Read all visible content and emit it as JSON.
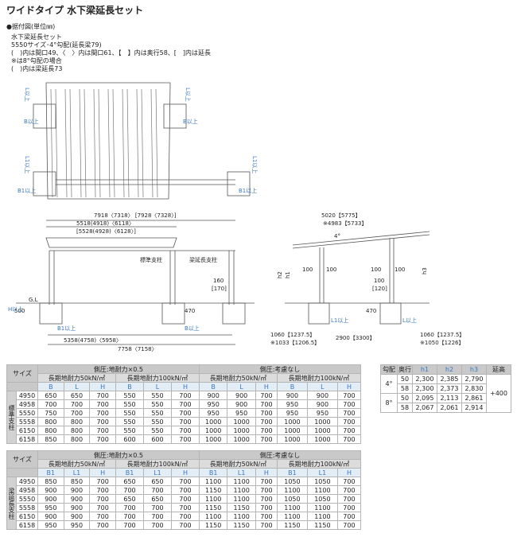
{
  "title": "ワイドタイプ 水下梁延長セット",
  "section": "●据付図(単位㎜)",
  "notes": [
    "水下梁延長セット",
    "5550サイズ･4°勾配(延長梁79)",
    "(　)内は間口49、〈　〉内は間口61、【　】内は奥行58、[　]内は延長",
    "※は8°勾配の場合",
    "(　)内は梁延長73"
  ],
  "plan_labels": {
    "b_above_1": "B以上",
    "b_above_2": "B以上",
    "l_above_1": "L以上",
    "l_above_2": "L以上",
    "l1_above_1": "L1以上",
    "l1_above_2": "L1以上",
    "b1_above_1": "B1以上",
    "b1_above_2": "B1以上"
  },
  "front_labels": {
    "dim_top": "7918〈7318〉 [7928〈7328〉]",
    "dim_mid1": "5518(4918)〈6118〉",
    "dim_mid2": "[5528(4928)〈6128〉]",
    "std_post": "標準支柱",
    "ext_post": "梁延長支柱",
    "d160": "160",
    "d170": "[170]",
    "d470": "470",
    "d500": "500",
    "gl": "G.L",
    "h_above": "H以上",
    "b1_above": "B1以上",
    "b_above": "B以上",
    "d5358": "5358(4758)〈5958〉",
    "d7758": "7758〈7158〉"
  },
  "side_labels": {
    "d5020": "5020【5775】",
    "d4983": "※4983【5733】",
    "deg": "4°",
    "h2": "h2",
    "h1": "h1",
    "h3": "h3",
    "d100a": "100",
    "d100b": "100",
    "d100c": "100",
    "d100d": "100",
    "d100e": "100",
    "d120": "[120]",
    "d470": "470",
    "l1_above": "L1以上",
    "l_above": "L以上",
    "d1060a": "1060【1237.5】",
    "d1033": "※1033【1206.5】",
    "d2900": "2900【3300】",
    "d1060b": "1060【1237.5】",
    "d1050": "※1050【1226】"
  },
  "grade_table": {
    "headers": [
      "勾配",
      "奥行",
      "h1",
      "h2",
      "h3",
      "延高"
    ],
    "rows": [
      [
        "4°",
        "50",
        "2,300",
        "2,385",
        "2,790",
        "+400"
      ],
      [
        "",
        "58",
        "2,300",
        "2,373",
        "2,830",
        ""
      ],
      [
        "8°",
        "50",
        "2,095",
        "2,113",
        "2,861",
        ""
      ],
      [
        "",
        "58",
        "2,067",
        "2,061",
        "2,914",
        ""
      ]
    ]
  },
  "table1": {
    "size_label": "サイズ",
    "side_label": "標準支柱",
    "group1": "側圧:地耐力×0.5",
    "group2": "側圧:考慮なし",
    "sub1": "長期地耐力50kN/㎡",
    "sub2": "長期地耐力100kN/㎡",
    "cols": [
      "B",
      "L",
      "H",
      "B",
      "L",
      "H",
      "B",
      "L",
      "H",
      "B",
      "L",
      "H"
    ],
    "rows": [
      [
        "4950",
        "650",
        "650",
        "700",
        "550",
        "550",
        "700",
        "900",
        "900",
        "700",
        "900",
        "900",
        "700"
      ],
      [
        "4958",
        "700",
        "700",
        "700",
        "550",
        "550",
        "700",
        "950",
        "900",
        "700",
        "950",
        "900",
        "700"
      ],
      [
        "5550",
        "750",
        "700",
        "700",
        "550",
        "550",
        "700",
        "950",
        "950",
        "700",
        "950",
        "950",
        "700"
      ],
      [
        "5558",
        "800",
        "800",
        "700",
        "550",
        "550",
        "700",
        "1000",
        "1000",
        "700",
        "1000",
        "1000",
        "700"
      ],
      [
        "6150",
        "800",
        "800",
        "700",
        "550",
        "550",
        "700",
        "1000",
        "1000",
        "700",
        "1000",
        "1000",
        "700"
      ],
      [
        "6158",
        "850",
        "800",
        "700",
        "600",
        "600",
        "700",
        "1000",
        "1000",
        "700",
        "1000",
        "1000",
        "700"
      ]
    ]
  },
  "table2": {
    "size_label": "サイズ",
    "side_label": "梁延長支柱",
    "group1": "側圧:地耐力×0.5",
    "group2": "側圧:考慮なし",
    "sub1": "長期地耐力50kN/㎡",
    "sub2": "長期地耐力100kN/㎡",
    "cols": [
      "B1",
      "L1",
      "H",
      "B1",
      "L1",
      "H",
      "B1",
      "L1",
      "H",
      "B1",
      "L1",
      "H"
    ],
    "rows": [
      [
        "4950",
        "850",
        "850",
        "700",
        "650",
        "650",
        "700",
        "1100",
        "1100",
        "700",
        "1050",
        "1050",
        "700"
      ],
      [
        "4958",
        "900",
        "900",
        "700",
        "700",
        "700",
        "700",
        "1150",
        "1100",
        "700",
        "1100",
        "1100",
        "700"
      ],
      [
        "5550",
        "900",
        "900",
        "700",
        "650",
        "650",
        "700",
        "1100",
        "1100",
        "700",
        "1050",
        "1050",
        "700"
      ],
      [
        "5558",
        "950",
        "900",
        "700",
        "700",
        "700",
        "700",
        "1150",
        "1150",
        "700",
        "1100",
        "1100",
        "700"
      ],
      [
        "6150",
        "900",
        "900",
        "700",
        "700",
        "700",
        "700",
        "1100",
        "1100",
        "700",
        "1100",
        "1100",
        "700"
      ],
      [
        "6158",
        "950",
        "950",
        "700",
        "700",
        "700",
        "700",
        "1150",
        "1150",
        "700",
        "1150",
        "1150",
        "700"
      ]
    ]
  }
}
